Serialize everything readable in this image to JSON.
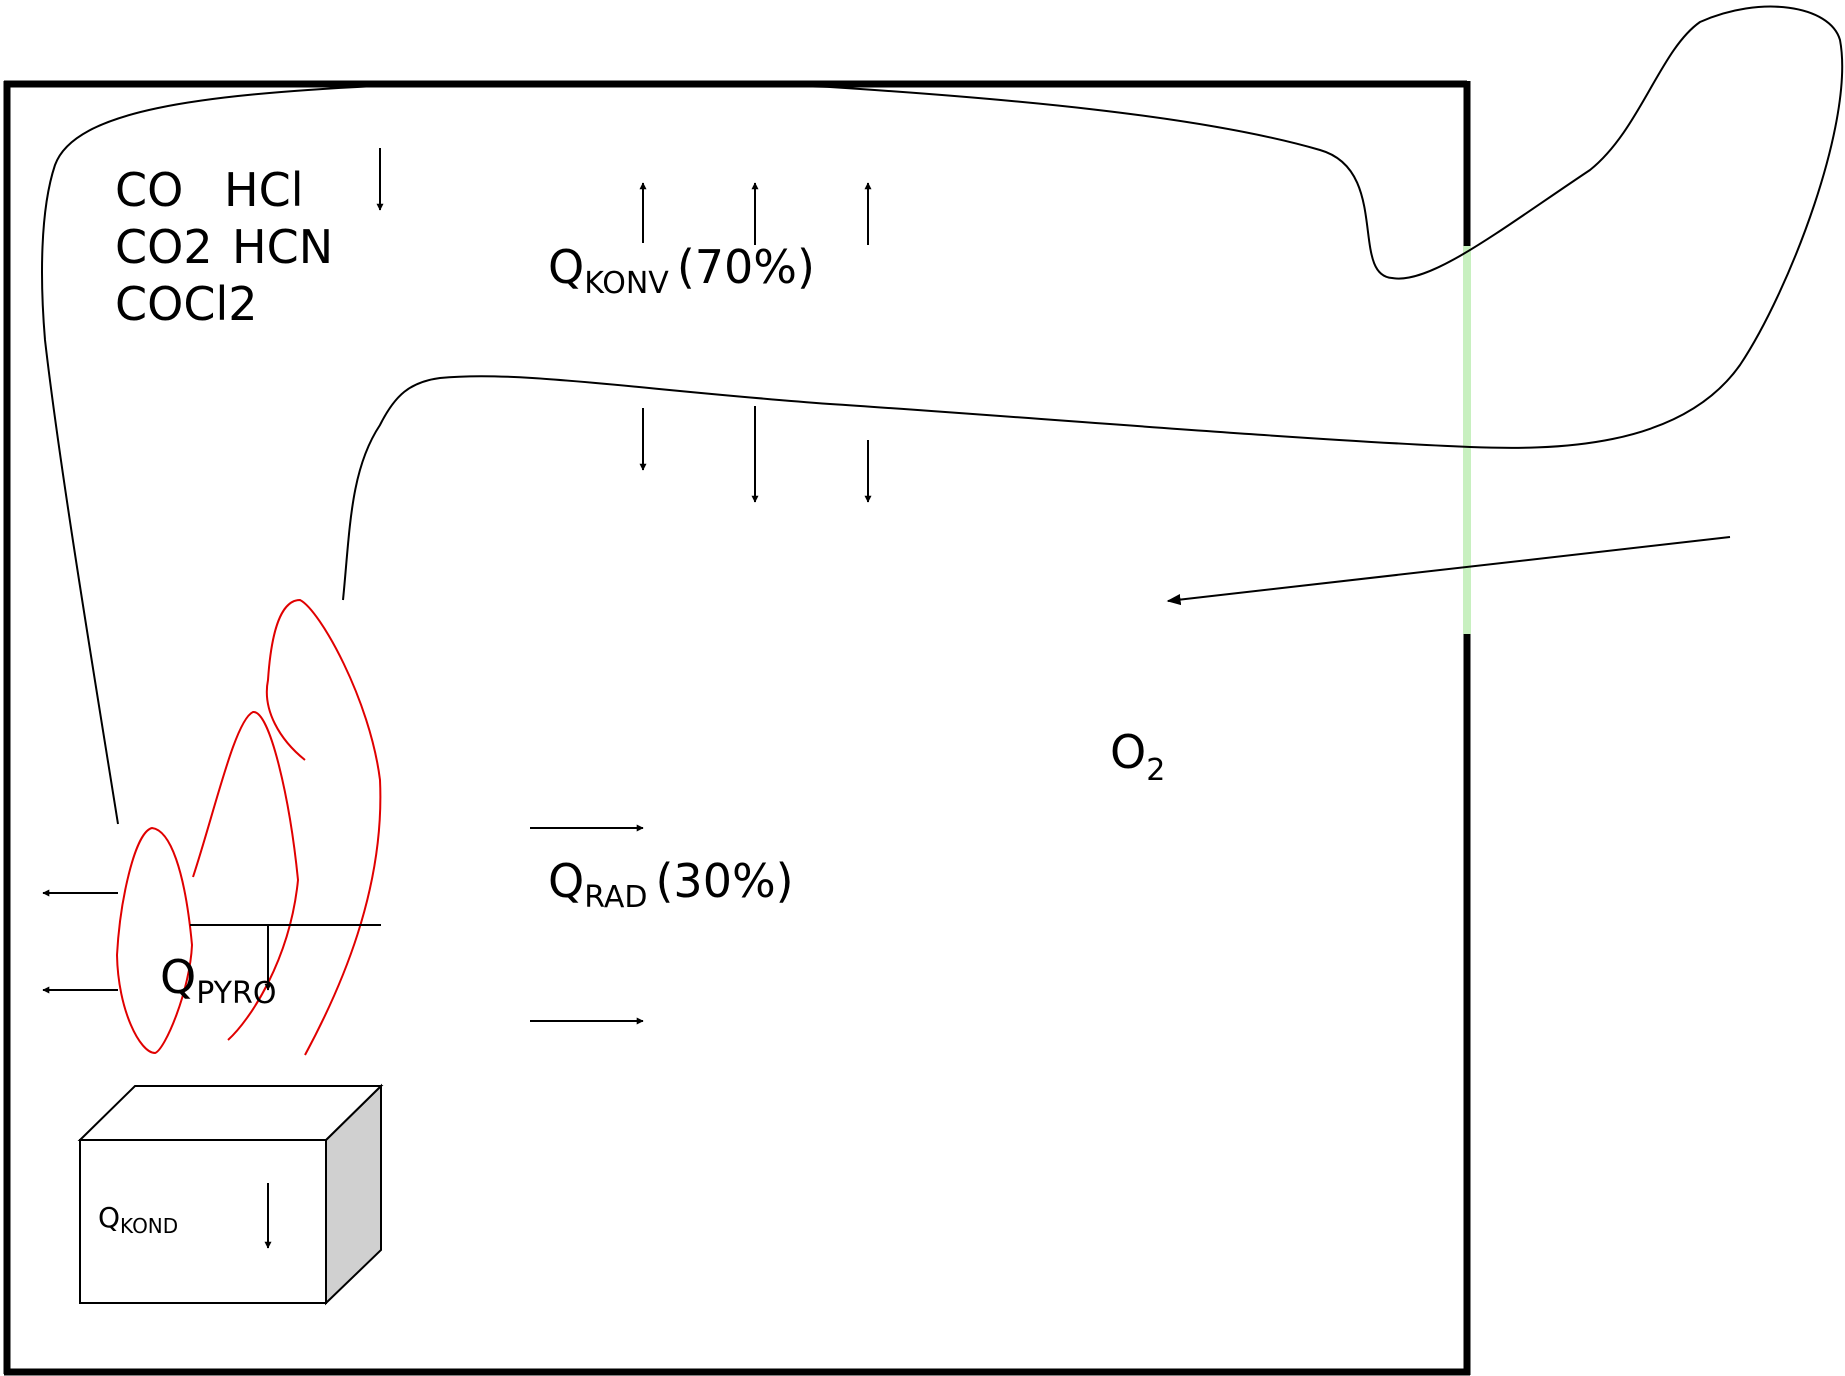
{
  "gases": {
    "line1_a": "CO",
    "line1_b": "HCl",
    "line2_a": "CO2",
    "line2_b": "HCN",
    "line3": "COCl2"
  },
  "convection": {
    "symbol": "Q",
    "subscript": "KONV",
    "share": "(70%)"
  },
  "radiation": {
    "symbol": "Q",
    "subscript": "RAD",
    "share": "(30%)"
  },
  "pyrolysis": {
    "symbol": "Q",
    "subscript": "PYRO"
  },
  "conduction": {
    "symbol": "Q",
    "subscript": "KOND"
  },
  "oxygen": {
    "symbol": "O",
    "subscript": "2"
  },
  "colors": {
    "frame": "#000000",
    "flame": "#e00000",
    "window": "#c8f0c0",
    "box_side": "#d0d0d0"
  }
}
